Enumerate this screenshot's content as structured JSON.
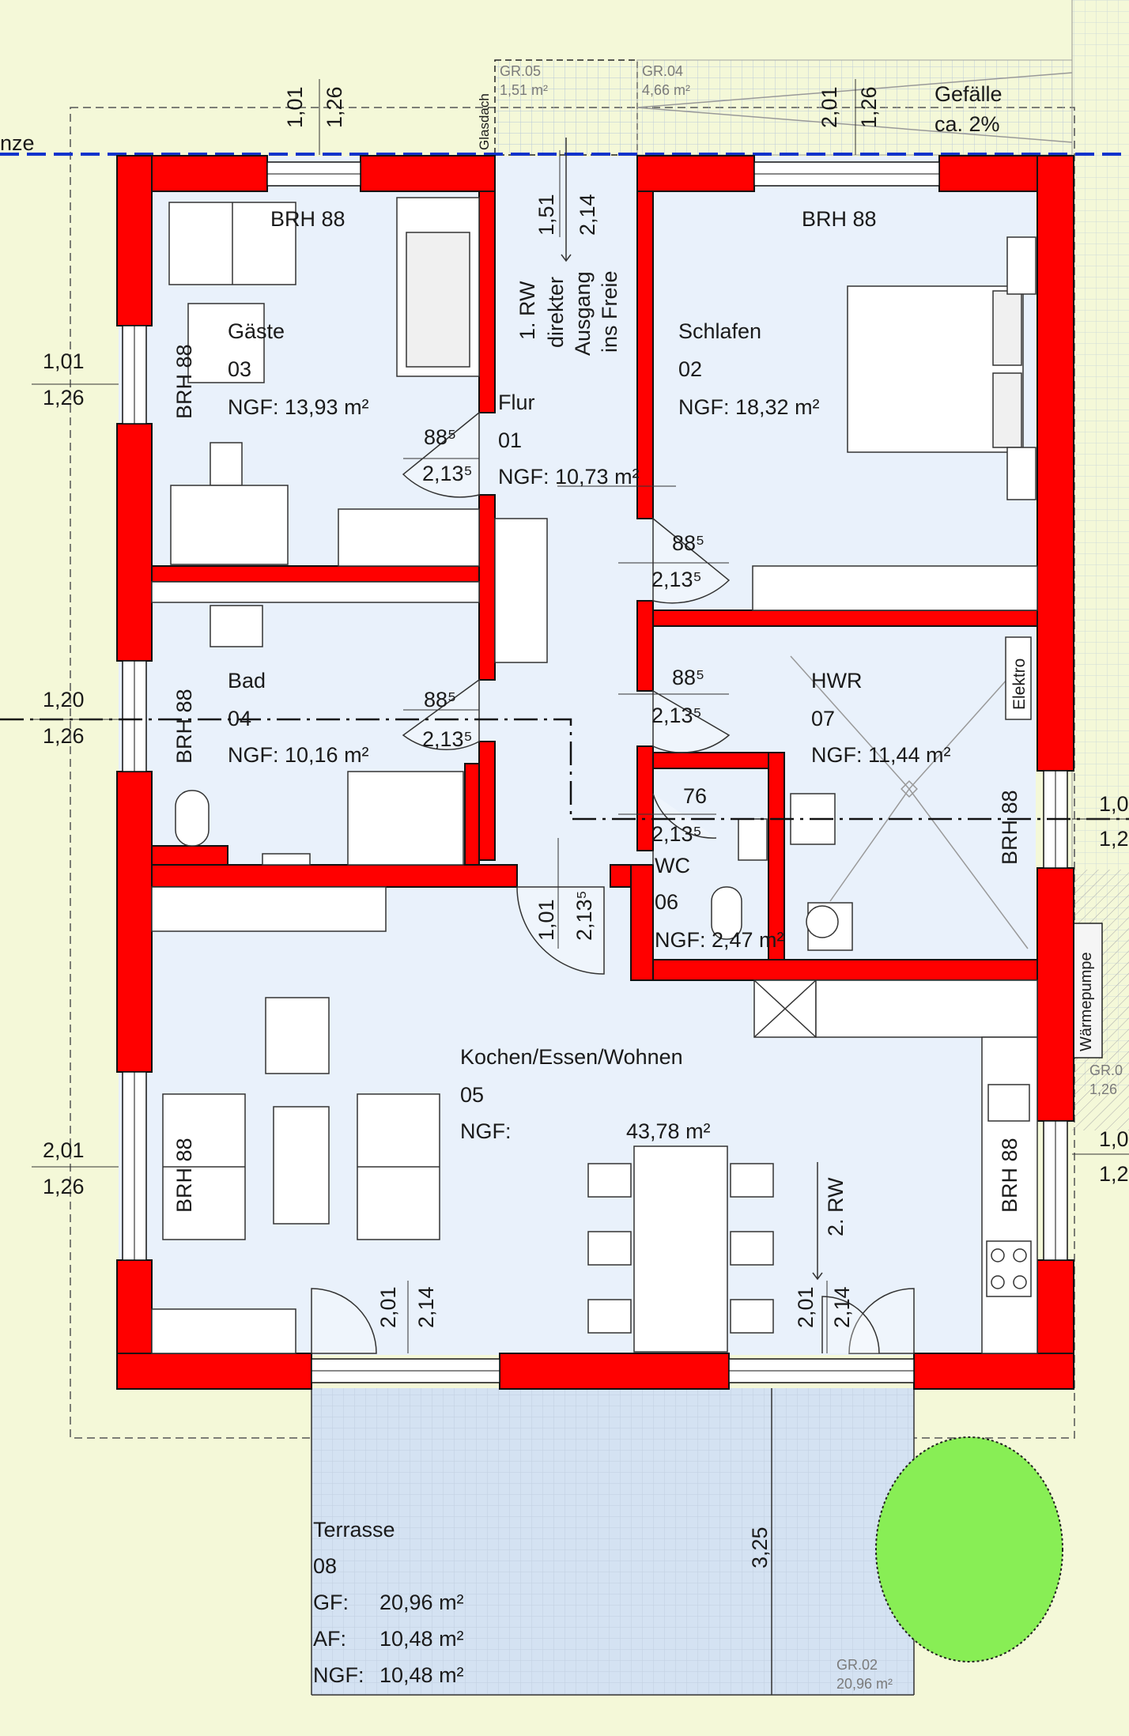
{
  "colors": {
    "background": "#f4f8d8",
    "wall": "#ff0000",
    "room_fill": "#e9f1fb",
    "terrace_fill": "#d4e2f2",
    "tree": "#88ee55",
    "dashed_line": "#1133cc",
    "text": "#1a1a1a"
  },
  "rooms": {
    "guest": {
      "name": "Gäste",
      "number": "03",
      "area_label": "NGF: 13,93 m²",
      "brh": "BRH 88",
      "brh_side": "BRH 88"
    },
    "bedroom": {
      "name": "Schlafen",
      "number": "02",
      "area_label": "NGF: 18,32 m²",
      "brh": "BRH 88"
    },
    "hall": {
      "name": "Flur",
      "number": "01",
      "area_label": "NGF: 10,73 m²"
    },
    "bath": {
      "name": "Bad",
      "number": "04",
      "area_label": "NGF: 10,16 m²",
      "brh_side": "BRH 88"
    },
    "utility": {
      "name": "HWR",
      "number": "07",
      "area_label": "NGF: 11,44 m²",
      "brh_side": "BRH 88",
      "tag": "Elektro"
    },
    "wc": {
      "name": "WC",
      "number": "06",
      "area_label": "NGF: 2,47 m²"
    },
    "living": {
      "name": "Kochen/Essen/Wohnen",
      "number": "05",
      "area_key": "NGF:",
      "area_value": "43,78 m²",
      "brh_left": "BRH 88",
      "brh_right": "BRH 88"
    },
    "terrace": {
      "name": "Terrasse",
      "number": "08",
      "rows": [
        {
          "key": "GF:",
          "value": "20,96 m²"
        },
        {
          "key": "AF:",
          "value": "10,48 m²"
        },
        {
          "key": "NGF:",
          "value": "10,48 m²"
        }
      ]
    }
  },
  "doors": {
    "guest": {
      "w": "88⁵",
      "h": "2,13⁵"
    },
    "bedroom": {
      "w": "88⁵",
      "h": "2,13⁵"
    },
    "bath": {
      "w": "88⁵",
      "h": "2,13⁵"
    },
    "utility": {
      "w": "88⁵",
      "h": "2,13⁵"
    },
    "wc": {
      "w": "76",
      "h": "2,13⁵"
    },
    "living": {
      "w": "1,01",
      "h": "2,13⁵"
    },
    "entrance": {
      "w": "1,51",
      "h": "2,14"
    }
  },
  "windows": {
    "top_left": {
      "a": "1,01",
      "b": "1,26"
    },
    "top_right": {
      "a": "2,01",
      "b": "1,26"
    },
    "left_guest": {
      "a": "1,01",
      "b": "1,26"
    },
    "left_bath": {
      "a": "1,20",
      "b": "1,26"
    },
    "left_living": {
      "a": "2,01",
      "b": "1,26"
    },
    "right_utility": {
      "a": "1,0",
      "b": "1,2"
    },
    "right_living": {
      "a": "1,0",
      "b": "1,2"
    },
    "bottom_left": {
      "a": "2,01",
      "b": "2,14"
    },
    "bottom_right": {
      "a": "2,01",
      "b": "2,14"
    }
  },
  "annotations": {
    "escape_1": "1. RW",
    "escape_direct": "direkter",
    "escape_exit": "Ausgang",
    "escape_outside": "ins Freie",
    "escape_2": "2. RW",
    "slope": "Gefälle",
    "slope_value": "ca. 2%",
    "glass_roof": "Glasdach",
    "heat_pump": "Wärmepumpe",
    "border_label": "nze",
    "terrace_depth": "3,25",
    "gr05": "GR.05",
    "gr05_area": "1,51 m²",
    "gr04": "GR.04",
    "gr04_area": "4,66 m²",
    "gr02": "GR.02",
    "gr02_area": "20,96 m²",
    "gr0x": "GR.0",
    "gr0x_val": "1,26"
  }
}
